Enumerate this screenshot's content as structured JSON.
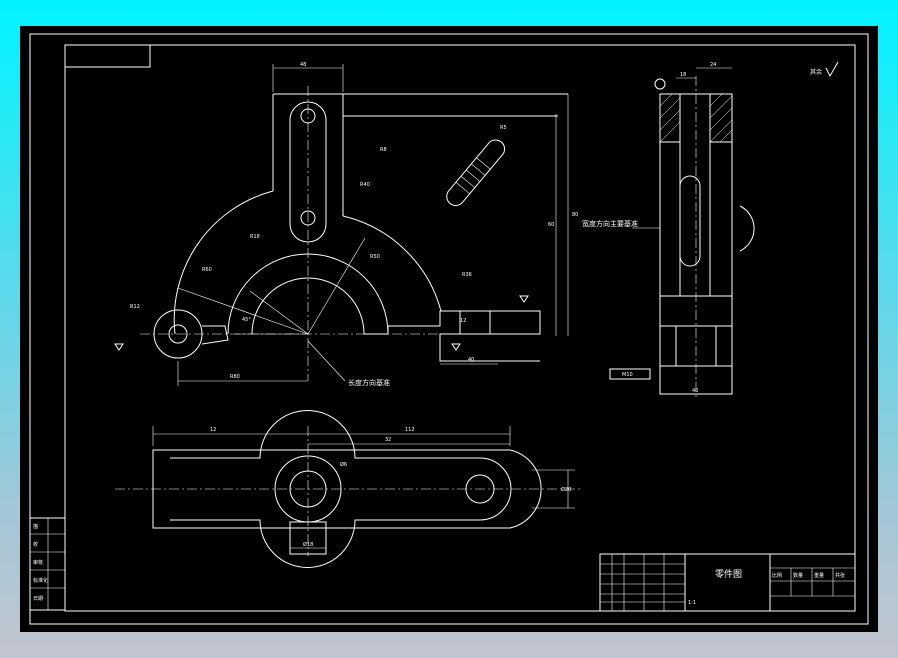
{
  "title_block": {
    "name": "零件图",
    "scale_note": "1:1",
    "headers": [
      "比例",
      "数量",
      "重量",
      "共张"
    ]
  },
  "datum_notes": {
    "length": "长度方向基准",
    "width": "宽度方向主要基准"
  },
  "roughness_note": "其余",
  "left_table": [
    "描",
    "校",
    "审核",
    "标准化",
    "日期"
  ],
  "dimensions": {
    "top_width": "48",
    "overall_height": "80",
    "inner_height": "60",
    "base_offset": "12",
    "left_radius": "R12",
    "r_label_1": "R40",
    "r_label_2": "R18",
    "r_label_3": "R50",
    "r_label_4": "R60",
    "r_label_5": "R36",
    "slot_r": "R5",
    "slot_r2": "R8",
    "angle": "45°",
    "horiz_left": "R80",
    "horiz_right": "40",
    "bottom_len": "112",
    "bottom_h": "32",
    "top_view_dia": "Ø18",
    "top_view_w": "Ø20",
    "hole_dia": "Ø6",
    "side_w1": "24",
    "side_w2": "18",
    "side_total": "40",
    "side_h": "12",
    "bolt_label": "M10"
  }
}
